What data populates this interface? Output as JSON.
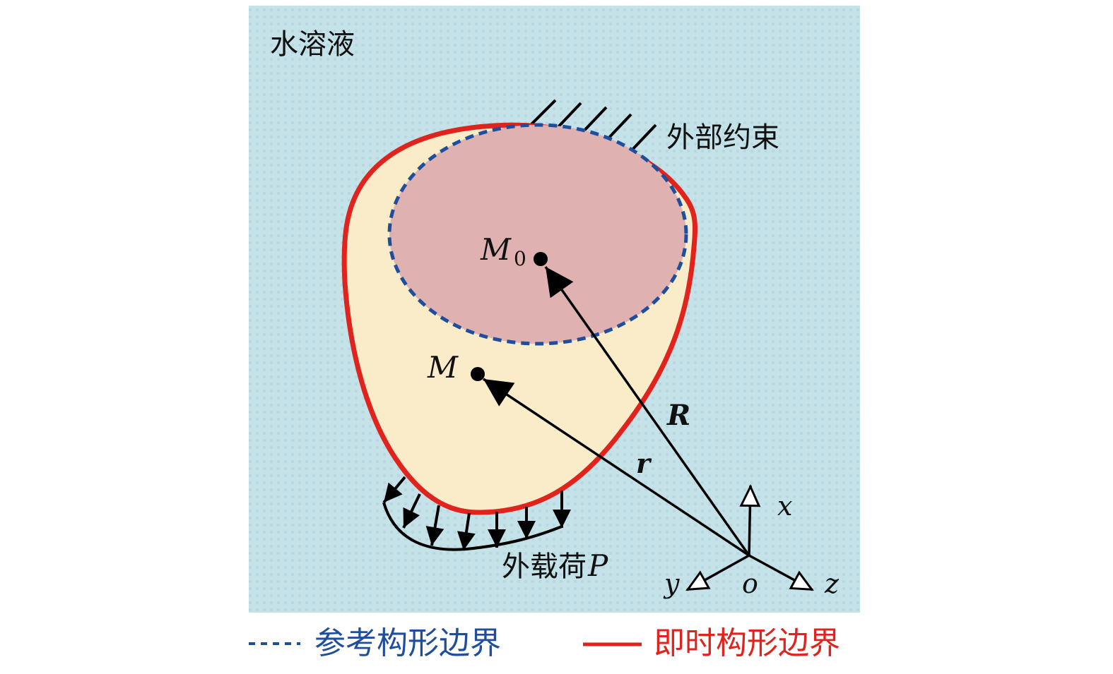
{
  "labels": {
    "solution": "水溶液",
    "constraint": "外部约束",
    "load": "外载荷",
    "load_symbol": "P",
    "point_ref": "M",
    "point_ref_sub": "0",
    "point_cur": "M",
    "vec_R": "R",
    "vec_r": "r",
    "axis_x": "x",
    "axis_y": "y",
    "axis_z": "z",
    "origin": "o"
  },
  "legend": [
    {
      "label": "参考构形边界",
      "style": "dashed",
      "color": "#1f4e9c"
    },
    {
      "label": "即时构形边界",
      "style": "solid",
      "color": "#e0231c"
    }
  ],
  "colors": {
    "background": "#c6e2e9",
    "current_fill": "#fbecc9",
    "reference_fill": "#dfb2b1",
    "current_border": "#e0231c",
    "reference_border": "#1f4e9c"
  }
}
